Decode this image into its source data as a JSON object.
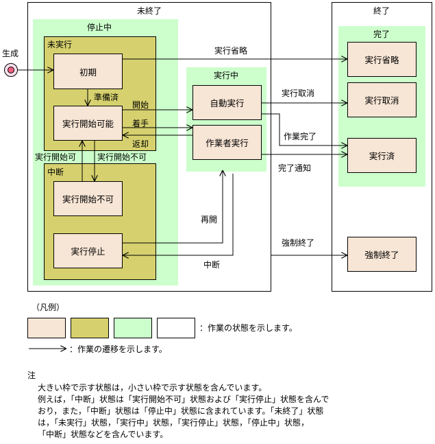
{
  "labels": {
    "mishuryo": "未終了",
    "shuryo": "終了",
    "teishichu": "停止中",
    "mijikko": "未実行",
    "chudan_group": "中断",
    "jikkochu": "実行中",
    "kanryo": "完了",
    "seisei": "生成"
  },
  "states": {
    "shoki": "初期",
    "jikko_kaishi_kano": "実行開始可能",
    "jikko_kaishi_fuka": "実行開始不可",
    "jikko_teishi": "実行停止",
    "jido_jikko": "自動実行",
    "sagyosha_jikko": "作業者実行",
    "jikko_shoryaku": "実行省略",
    "jikko_torikeshi": "実行取消",
    "jikkozumi": "実行済",
    "kyosei_shuryo": "強制終了"
  },
  "transitions": {
    "junbizumi": "準備済",
    "kaishi": "開始",
    "chakushu": "着手",
    "henkyaku": "返却",
    "jikko_kaishi_ka": "実行開始可",
    "jikko_kaishi_fuka": "実行開始不可",
    "jikko_shoryaku": "実行省略",
    "jikko_torikeshi": "実行取消",
    "sagyo_kanryo": "作業完了",
    "kanryo_tsuchi": "完了通知",
    "saikai": "再開",
    "chudan": "中断",
    "kyosei_shuryo": "強制終了"
  },
  "legend": {
    "title": "（凡例）",
    "state_desc": "：作業の状態を示します。",
    "transition_desc": "：作業の遷移を示します。",
    "swatch_colors": [
      "#f7e5d5",
      "#d6d16e",
      "#ccffcc",
      "#ffffff"
    ]
  },
  "note": {
    "title": "注",
    "lines": [
      "大きい枠で示す状態は，小さい枠で示す状態を含んでいます。",
      "例えば，「中断」状態は「実行開始不可」状態および「実行停止」状態を含んで",
      "おり，また，「中断」状態は「停止中」状態に含まれています。「未終了」状態",
      "は，「未実行」状態，「実行中」状態，「実行停止」状態，「停止中」状態，",
      "「中断」状態などを含んでいます。"
    ]
  }
}
